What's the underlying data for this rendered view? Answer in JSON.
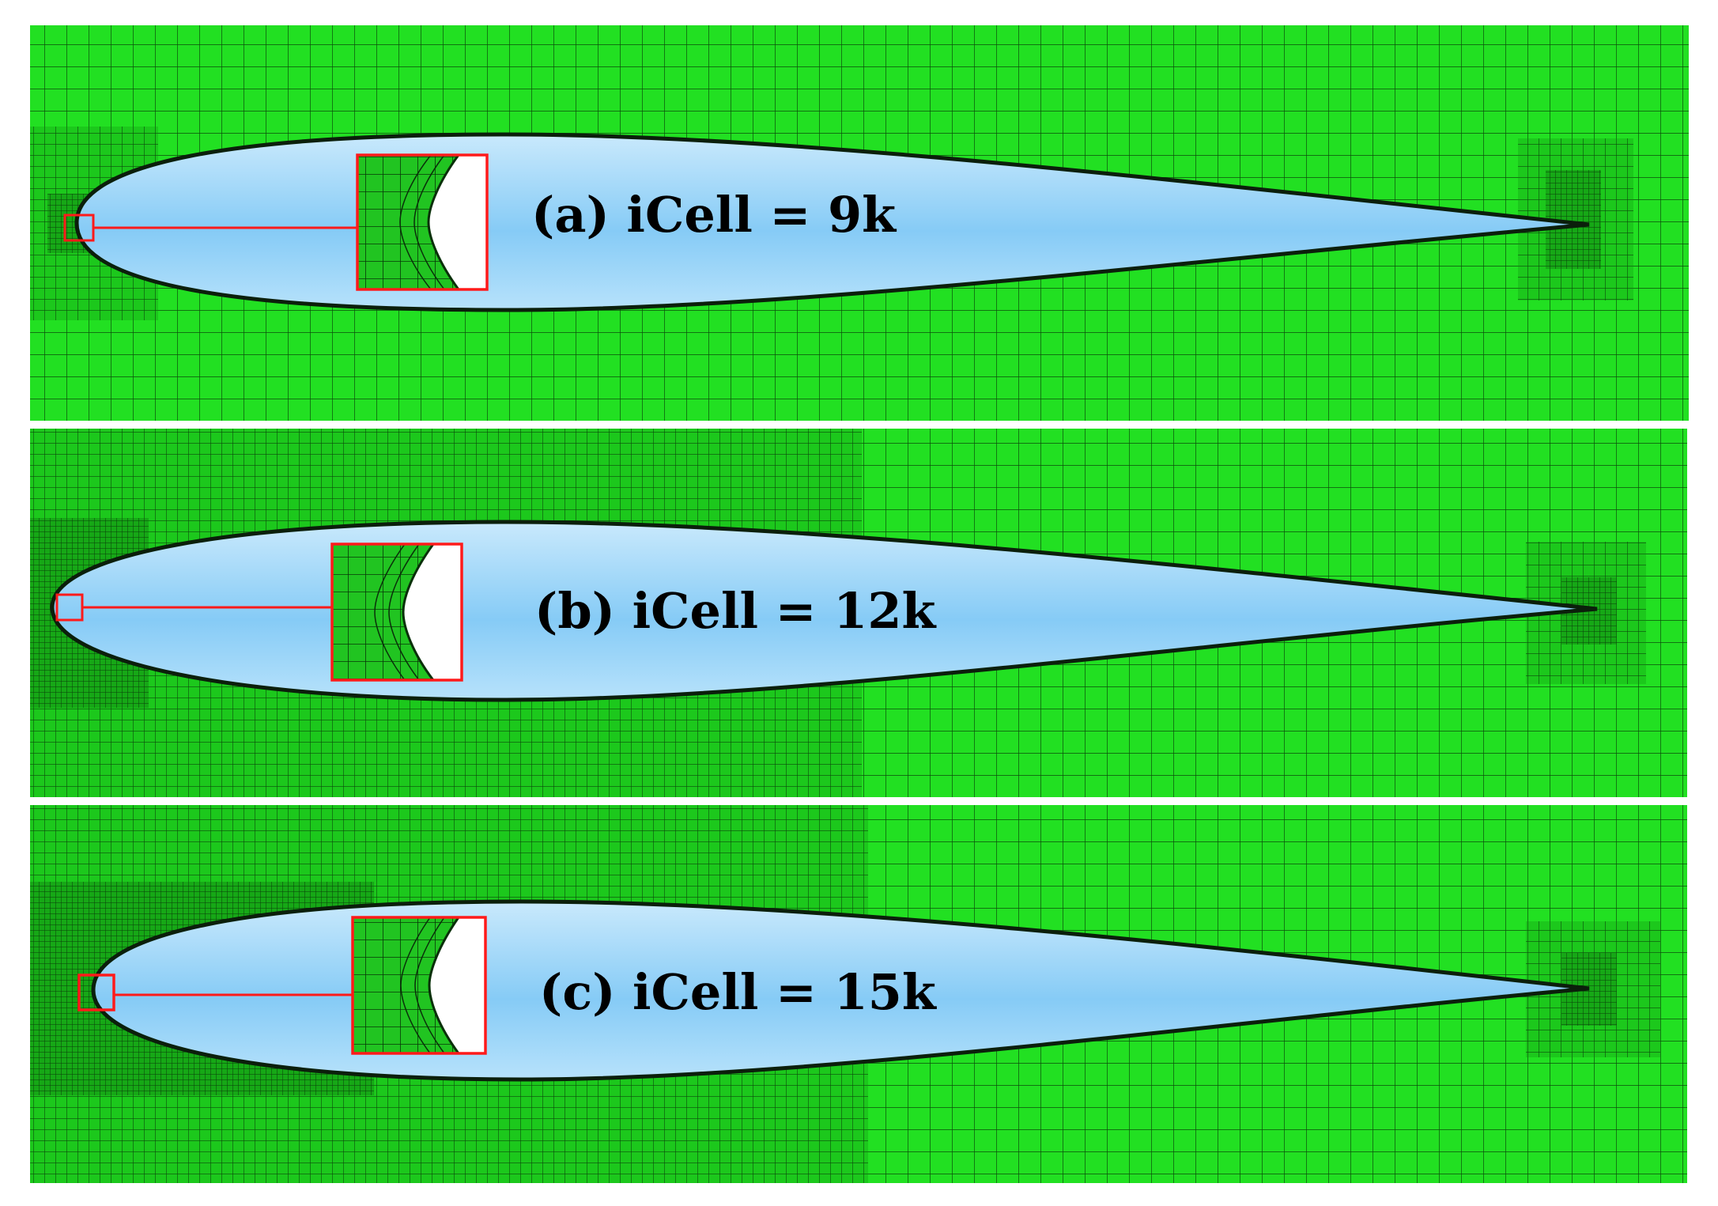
{
  "figure": {
    "panels": [
      {
        "id": "a",
        "label": "(a) iCell = 9k"
      },
      {
        "id": "b",
        "label": "(b) iCell = 12k"
      },
      {
        "id": "c",
        "label": "(c) iCell = 15k"
      }
    ]
  },
  "colors": {
    "mesh_background": "#1fe01f",
    "mesh_lines": "#0a4a0a",
    "airfoil_fill_top": "#bfe4fb",
    "airfoil_fill_mid": "#8fcff7",
    "airfoil_outline": "#0b1f0b",
    "callout": "#ff1a1a"
  }
}
